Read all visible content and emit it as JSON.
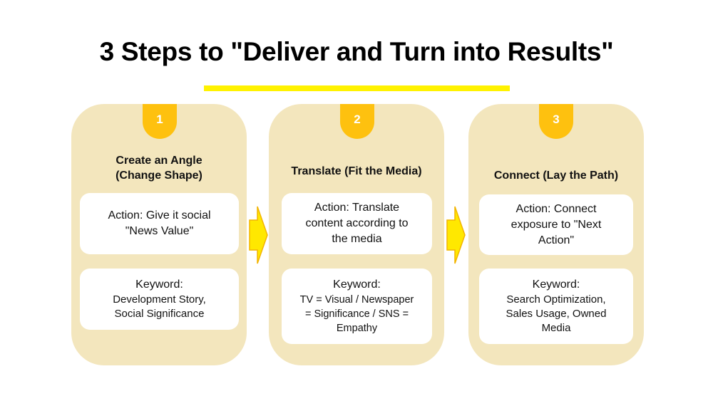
{
  "title": "3 Steps to \"Deliver and Turn into Results\"",
  "colors": {
    "accent_yellow": "#fff200",
    "badge": "#fec10f",
    "card_bg": "#f3e6bd",
    "box_bg": "#ffffff",
    "arrow_fill": "#ffe800",
    "arrow_stroke": "#f2b400"
  },
  "steps": [
    {
      "number": "1",
      "title_line1": "Create an Angle",
      "title_line2": "(Change Shape)",
      "action_line1": "Action: Give it social",
      "action_line2": "\"News Value\"",
      "keyword_label": "Keyword:",
      "keyword_line1": "Development Story,",
      "keyword_line2": "Social Significance",
      "keyword_line3": ""
    },
    {
      "number": "2",
      "title_line1": "Translate (Fit the Media)",
      "title_line2": "",
      "action_line1": "Action: Translate",
      "action_line2": "content according to",
      "action_line3": "the media",
      "keyword_label": "Keyword:",
      "keyword_line1": "TV = Visual / Newspaper",
      "keyword_line2": "= Significance / SNS =",
      "keyword_line3": "Empathy"
    },
    {
      "number": "3",
      "title_line1": "Connect (Lay the Path)",
      "title_line2": "",
      "action_line1": "Action: Connect",
      "action_line2": "exposure to \"Next",
      "action_line3": "Action\"",
      "keyword_label": "Keyword:",
      "keyword_line1": "Search Optimization,",
      "keyword_line2": "Sales Usage, Owned",
      "keyword_line3": "Media"
    }
  ],
  "arrows": [
    {
      "icon": "right-arrow-icon"
    },
    {
      "icon": "right-arrow-icon"
    }
  ]
}
